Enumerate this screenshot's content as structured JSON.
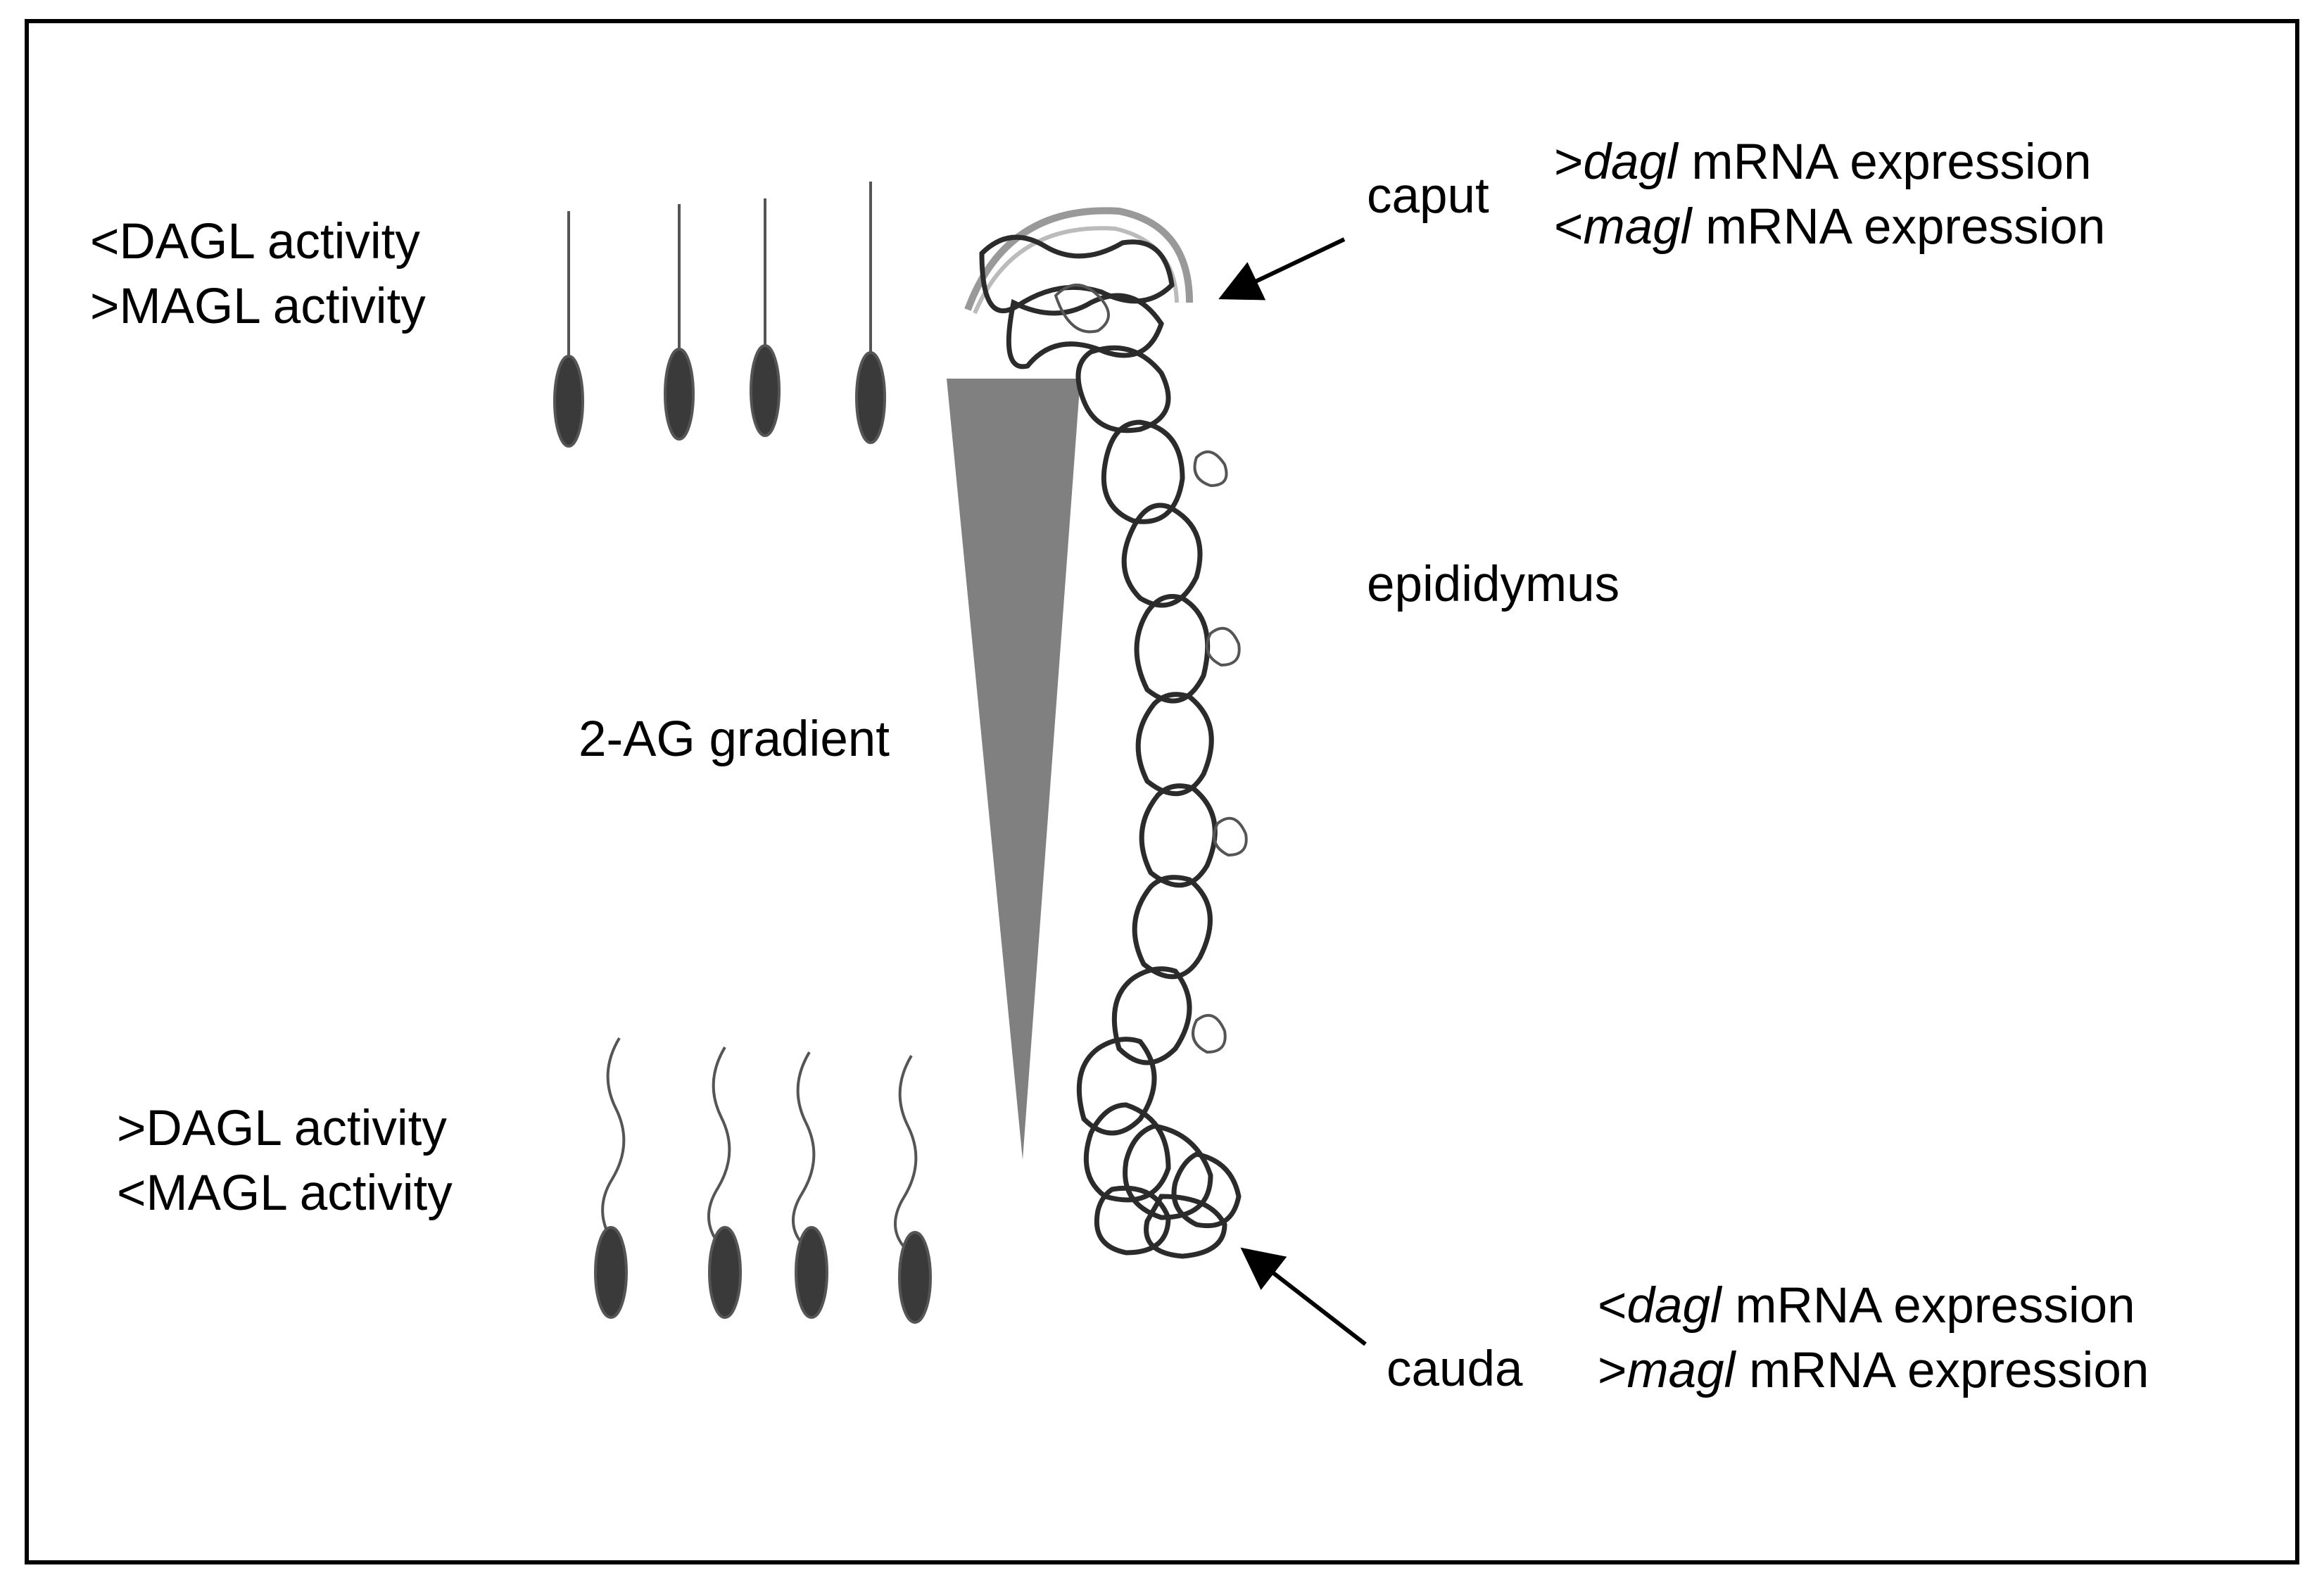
{
  "top_left": {
    "line1": "<DAGL activity",
    "line2": ">MAGL activity"
  },
  "bottom_left": {
    "line1": ">DAGL activity",
    "line2": "<MAGL activity"
  },
  "gradient_label": "2-AG gradient",
  "caput_label": "caput",
  "cauda_label": "cauda",
  "epididymus_label": "epididymus",
  "caput_expression": {
    "line1_prefix": ">",
    "line1_gene": "dagl",
    "line1_suffix": " mRNA expression",
    "line2_prefix": "<",
    "line2_gene": "magl",
    "line2_suffix": " mRNA expression"
  },
  "cauda_expression": {
    "line1_prefix": "<",
    "line1_gene": "dagl",
    "line1_suffix": " mRNA expression",
    "line2_prefix": ">",
    "line2_gene": "magl",
    "line2_suffix": " mRNA expression"
  },
  "colors": {
    "frame": "#000000",
    "gradient_wedge": "#808080",
    "sperm": "#3a3a3a",
    "epididymis_coil": "#2b2b2b"
  }
}
